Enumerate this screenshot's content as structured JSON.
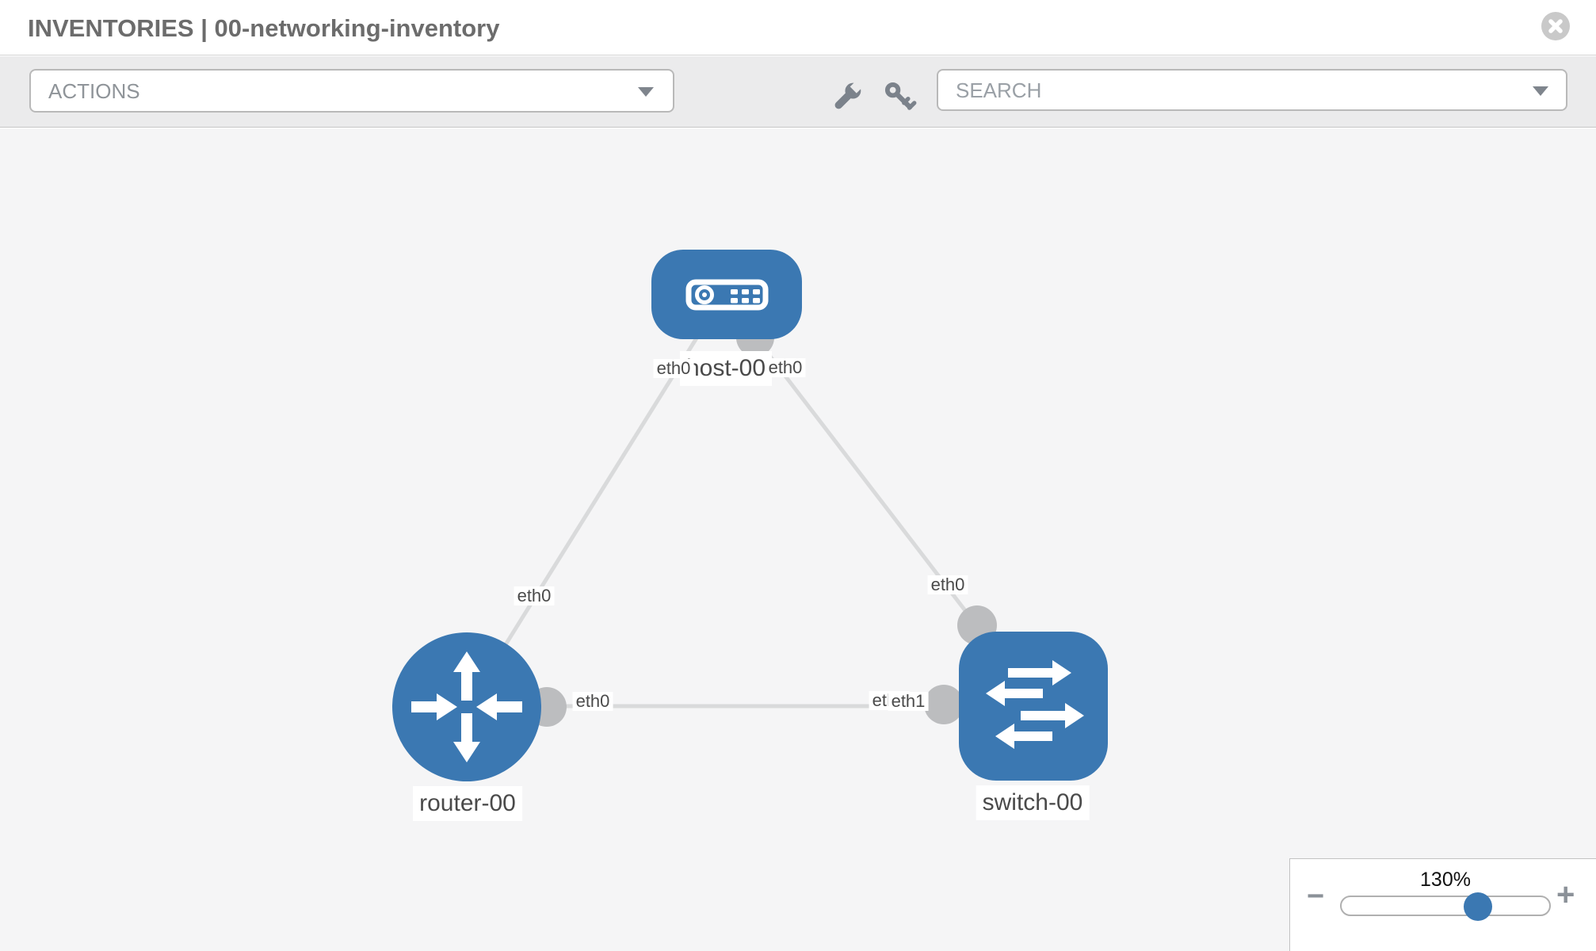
{
  "header": {
    "title": "INVENTORIES | 00-networking-inventory"
  },
  "toolbar": {
    "actions_label": "ACTIONS",
    "search_placeholder": "SEARCH",
    "icons": [
      "wrench-icon",
      "key-icon"
    ]
  },
  "topology": {
    "nodes": [
      {
        "id": "host-00",
        "type": "host",
        "label": "host-00"
      },
      {
        "id": "router-00",
        "type": "router",
        "label": "router-00"
      },
      {
        "id": "switch-00",
        "type": "switch",
        "label": "switch-00"
      }
    ],
    "links": [
      {
        "from": "host-00",
        "to": "router-00",
        "from_interface": "eth0",
        "to_interface": "eth0"
      },
      {
        "from": "host-00",
        "to": "switch-00",
        "from_interface": "eth0",
        "to_interface": "eth0"
      },
      {
        "from": "router-00",
        "to": "switch-00",
        "from_interface": "eth0",
        "to_interface": "eth1",
        "to_interface_overlapped": "eth0"
      }
    ]
  },
  "zoom_control": {
    "level": "130%",
    "minus_label": "−",
    "plus_label": "+"
  },
  "colors": {
    "node_blue": "#3b78b2",
    "link_gray": "#d9dadb",
    "port_gray": "#bcbdbf",
    "toolbar_gray": "#ebebec",
    "canvas_gray": "#f5f5f6"
  }
}
